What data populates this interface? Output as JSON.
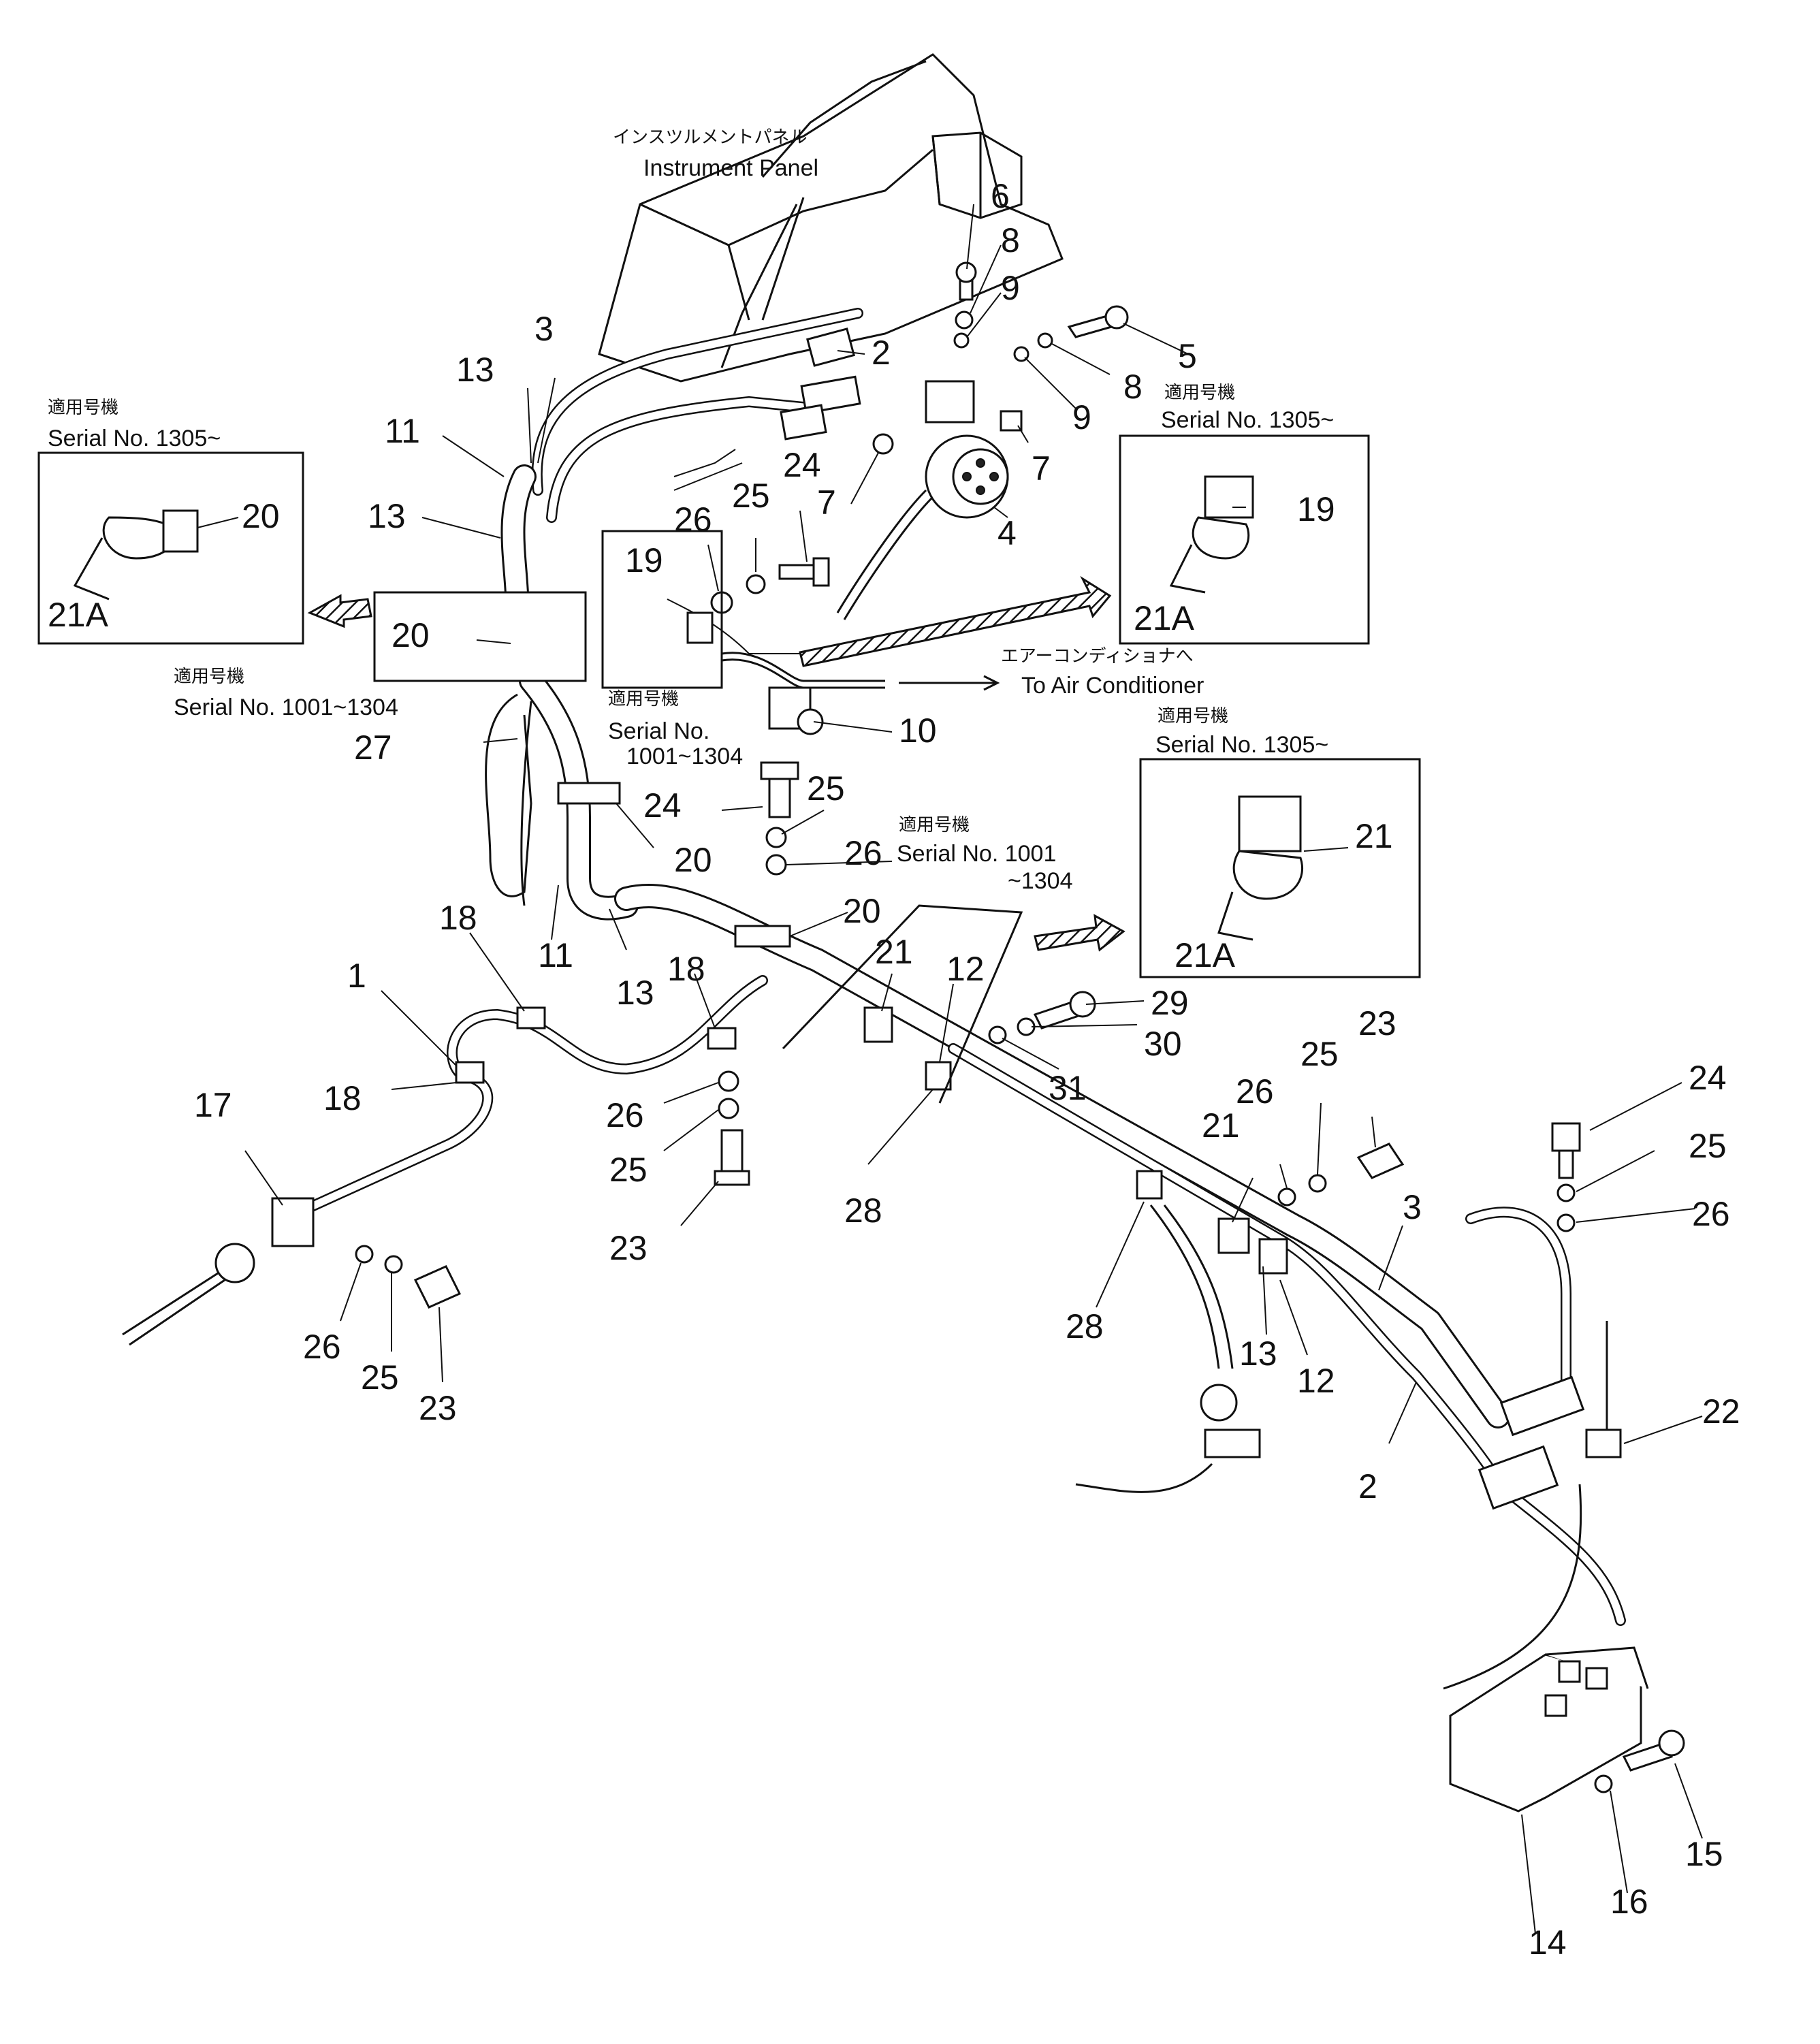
{
  "instrument_panel": {
    "jp": "インスツルメントパネル",
    "en": "Instrument Panel"
  },
  "air_conditioner": {
    "jp": "エアーコンディショナへ",
    "en": "To Air Conditioner"
  },
  "applicable_jp": "適用号機",
  "serials": {
    "s1305": "Serial No. 1305~",
    "s1001_1304": "Serial No. 1001~1304",
    "s_no": "Serial No.",
    "s_range": "1001~1304",
    "s1001": "Serial No. 1001",
    "s_dash1304": "~1304"
  },
  "callouts": {
    "c1": "1",
    "c2": "2",
    "c3": "3",
    "c4": "4",
    "c5": "5",
    "c6": "6",
    "c7": "7",
    "c8": "8",
    "c9": "9",
    "c10": "10",
    "c11": "11",
    "c12": "12",
    "c13": "13",
    "c14": "14",
    "c15": "15",
    "c16": "16",
    "c17": "17",
    "c18": "18",
    "c19": "19",
    "c20": "20",
    "c21": "21",
    "c21a": "21A",
    "c22": "22",
    "c23": "23",
    "c24": "24",
    "c25": "25",
    "c26": "26",
    "c27": "27",
    "c28": "28",
    "c29": "29",
    "c30": "30",
    "c31": "31"
  }
}
